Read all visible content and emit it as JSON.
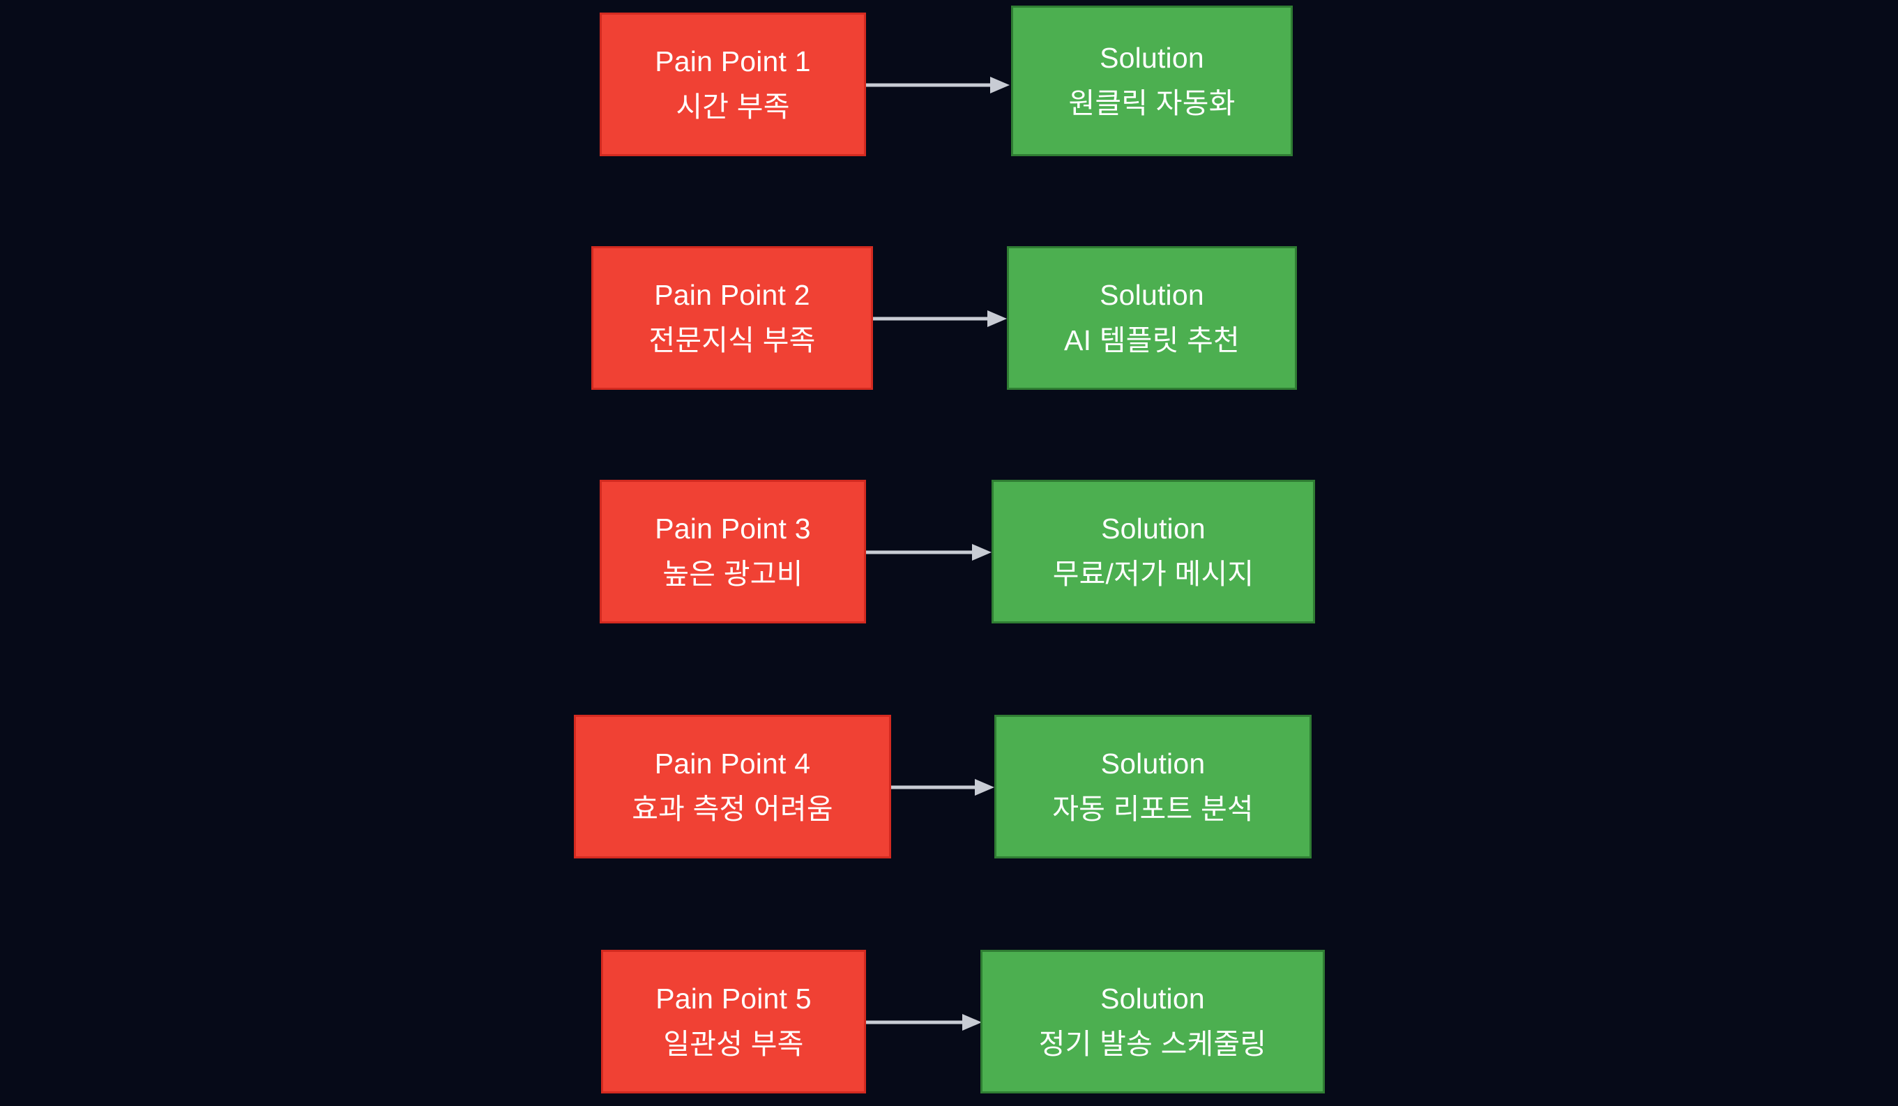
{
  "diagram": {
    "type": "flowchart",
    "background_color": "#060a18",
    "pain_color": "#f04134",
    "solution_color": "#4caf50",
    "arrow_color": "#c8ccd4",
    "text_color": "#ffffff",
    "rows": [
      {
        "pain": {
          "title": "Pain Point 1",
          "detail": "시간 부족"
        },
        "solution": {
          "title": "Solution",
          "detail": "원클릭 자동화"
        },
        "arrow_label": ""
      },
      {
        "pain": {
          "title": "Pain Point 2",
          "detail": "전문지식 부족"
        },
        "solution": {
          "title": "Solution",
          "detail": "AI 템플릿 추천"
        },
        "arrow_label": ""
      },
      {
        "pain": {
          "title": "Pain Point 3",
          "detail": "높은 광고비"
        },
        "solution": {
          "title": "Solution",
          "detail": "무료/저가 메시지"
        },
        "arrow_label": ""
      },
      {
        "pain": {
          "title": "Pain Point 4",
          "detail": "효과 측정 어려움"
        },
        "solution": {
          "title": "Solution",
          "detail": "자동 리포트 분석"
        },
        "arrow_label": ""
      },
      {
        "pain": {
          "title": "Pain Point 5",
          "detail": "일관성 부족"
        },
        "solution": {
          "title": "Solution",
          "detail": "정기 발송 스케줄링"
        },
        "arrow_label": ""
      }
    ]
  }
}
